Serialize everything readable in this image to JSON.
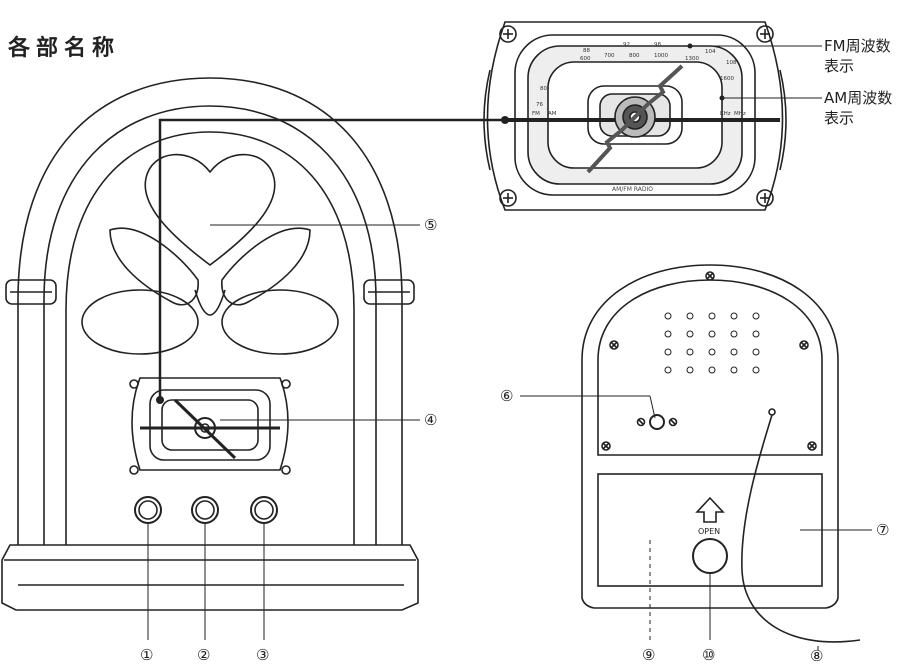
{
  "title": "各部名称",
  "callouts": {
    "fm_line1": "FM周波数",
    "fm_line2": "表示",
    "am_line1": "AM周波数",
    "am_line2": "表示"
  },
  "numbers": [
    "①",
    "②",
    "③",
    "④",
    "⑤",
    "⑥",
    "⑦",
    "⑧",
    "⑨",
    "⑩"
  ],
  "dial": {
    "fm_ticks": [
      "88",
      "92",
      "98",
      "104",
      "108"
    ],
    "am_ticks": [
      "600",
      "700",
      "800",
      "1000",
      "1300"
    ],
    "side_left": [
      "80",
      "76",
      "FM",
      "AM"
    ],
    "side_right": [
      "1600",
      "KHz",
      "MHz"
    ],
    "brand": "AM/FM RADIO"
  },
  "back": {
    "open_label": "OPEN"
  }
}
